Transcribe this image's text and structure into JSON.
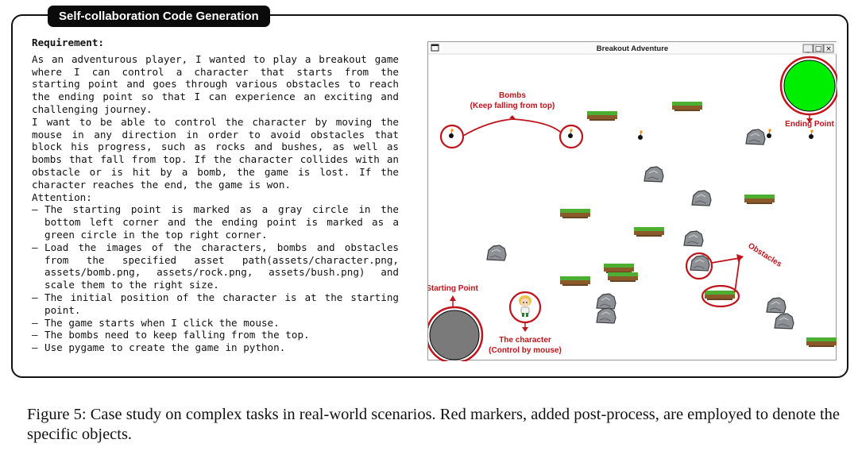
{
  "panel": {
    "title": "Self-collaboration Code Generation"
  },
  "requirement": {
    "heading": "Requirement:",
    "paragraph1": "As an adventurous player, I wanted to play a breakout game where I can control a character that starts from the starting point and goes through various obstacles to reach the ending point so that I can experience an exciting and challenging journey.",
    "paragraph2": "I want to be able to control the character by moving the mouse in any direction in order to avoid obstacles that block his progress, such as rocks and bushes, as well as bombs that fall from top. If the character collides with an obstacle or is hit by a bomb, the game is lost. If the character reaches the end, the game is won.",
    "attention_label": "Attention:",
    "items": [
      "The starting point is marked as a gray circle in the bottom left corner and the ending point is marked as a green circle in the top right corner.",
      "Load the images of the characters, bombs and obstacles from the specified asset path(assets/character.png, assets/bomb.png, assets/rock.png, assets/bush.png) and scale them to the right size.",
      "The initial position of the character is at the starting point.",
      "The game starts when I click the mouse.",
      "The bombs need to keep falling from the top.",
      "Use pygame to create the game in python."
    ]
  },
  "game": {
    "window_title": "Breakout Adventure",
    "buttons": {
      "minimize": "_",
      "maximize": "□",
      "close": "×"
    },
    "annotations": {
      "bombs_title": "Bombs",
      "bombs_subtitle": "(Keep falling from top)",
      "ending_point": "Ending Point",
      "starting_point": "Starting Point",
      "obstacles": "Obstacles",
      "character_title": "The character",
      "character_subtitle": "(Control by mouse)"
    },
    "colors": {
      "marker": "#c0141c",
      "start_circle": "#7a7a7a",
      "end_circle": "#00ee00",
      "grass": "#4caf32",
      "dirt": "#8a5a2b",
      "rock": "#8e9196"
    }
  },
  "caption": {
    "text": "Figure 5: Case study on complex tasks in real-world scenarios. Red markers, added post-process, are employed to denote the specific objects."
  }
}
